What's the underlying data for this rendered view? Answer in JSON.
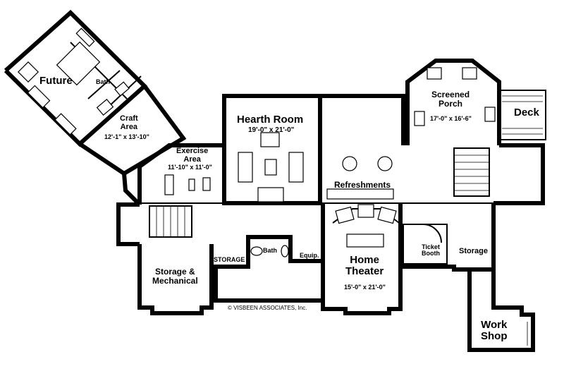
{
  "rooms": {
    "future": {
      "name": "Future"
    },
    "bath_upper": {
      "name": "Bath"
    },
    "craft": {
      "name": "Craft\nArea",
      "dims": "12'-1\" x 13'-10\""
    },
    "exercise": {
      "name": "Exercise\nArea",
      "dims": "11'-10\" x 11'-0\""
    },
    "hearth": {
      "name": "Hearth Room",
      "dims": "19'-0\" x 21'-0\""
    },
    "screened_porch": {
      "name": "Screened\nPorch",
      "dims": "17'-0\" x 16'-6\""
    },
    "deck": {
      "name": "Deck"
    },
    "refreshments": {
      "name": "Refreshments"
    },
    "storage_mech": {
      "name": "Storage &\nMechanical"
    },
    "storage_small": {
      "name": "STORAGE"
    },
    "bath_lower": {
      "name": "Bath"
    },
    "equip": {
      "name": "Equip."
    },
    "home_theater": {
      "name": "Home\nTheater",
      "dims": "15'-0\" x 21'-0\""
    },
    "ticket_booth": {
      "name": "Ticket\nBooth"
    },
    "storage_right": {
      "name": "Storage"
    },
    "work_shop": {
      "name": "Work\nShop"
    }
  },
  "copyright": "© VISBEEN ASSOCIATES, Inc."
}
